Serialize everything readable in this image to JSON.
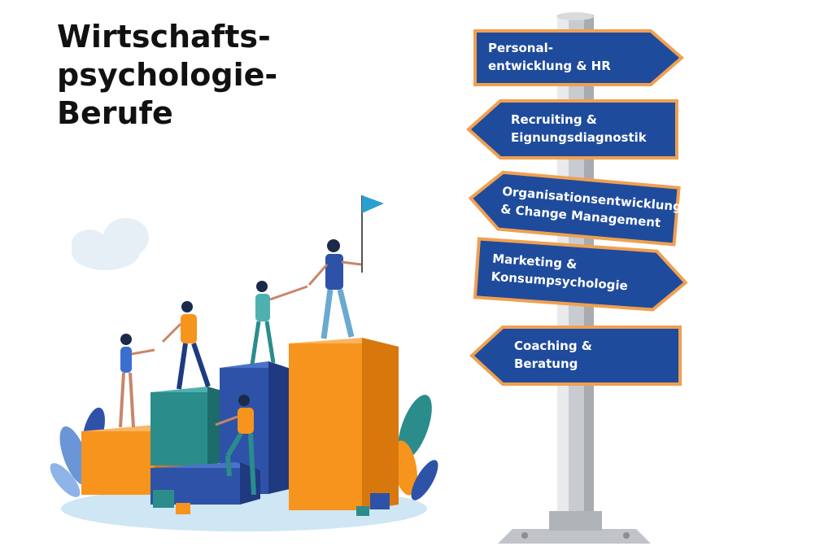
{
  "title": {
    "line1": "Wirtschafts-",
    "line2": "psychologie-",
    "line3": "Berufe"
  },
  "signs": [
    {
      "line1": "Personal-",
      "line2": "entwicklung & HR"
    },
    {
      "line1": "Recruiting &",
      "line2": "Eignungsdiagnostik"
    },
    {
      "line1": "Organisationsentwicklung",
      "line2": "& Change Management"
    },
    {
      "line1": "Marketing &",
      "line2": "Konsumpsychologie"
    },
    {
      "line1": "Coaching &",
      "line2": "Beratung"
    }
  ],
  "colors": {
    "sign_fill": "#1f4b9c",
    "sign_border": "#f0a050",
    "pole": "#c8ccd0",
    "orange": "#f7941d",
    "teal": "#2b8c8c",
    "blue": "#2e52a8"
  }
}
